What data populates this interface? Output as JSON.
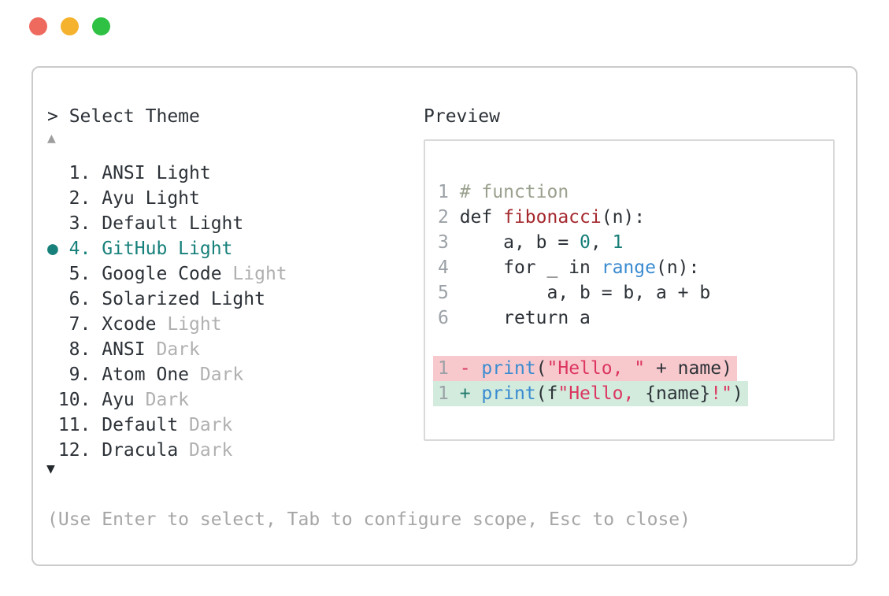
{
  "window": {
    "controls": [
      "close",
      "minimize",
      "zoom"
    ]
  },
  "header": {
    "prompt": "> Select Theme"
  },
  "scroll": {
    "up": "▲",
    "down": "▼"
  },
  "selected_marker": "●",
  "themes": [
    {
      "number": "1",
      "name": "ANSI Light",
      "variant": "",
      "selected": false
    },
    {
      "number": "2",
      "name": "Ayu Light",
      "variant": "",
      "selected": false
    },
    {
      "number": "3",
      "name": "Default Light",
      "variant": "",
      "selected": false
    },
    {
      "number": "4",
      "name": "GitHub Light",
      "variant": "",
      "selected": true
    },
    {
      "number": "5",
      "name": "Google Code",
      "variant": "Light",
      "selected": false
    },
    {
      "number": "6",
      "name": "Solarized Light",
      "variant": "",
      "selected": false
    },
    {
      "number": "7",
      "name": "Xcode",
      "variant": "Light",
      "selected": false
    },
    {
      "number": "8",
      "name": "ANSI",
      "variant": "Dark",
      "selected": false
    },
    {
      "number": "9",
      "name": "Atom One",
      "variant": "Dark",
      "selected": false
    },
    {
      "number": "10",
      "name": "Ayu",
      "variant": "Dark",
      "selected": false
    },
    {
      "number": "11",
      "name": "Default",
      "variant": "Dark",
      "selected": false
    },
    {
      "number": "12",
      "name": "Dracula",
      "variant": "Dark",
      "selected": false
    }
  ],
  "preview": {
    "title": "Preview",
    "code_lines": [
      {
        "line_number": "1",
        "tokens": [
          {
            "t": "# function",
            "c": "comment"
          }
        ]
      },
      {
        "line_number": "2",
        "tokens": [
          {
            "t": "def ",
            "c": "text"
          },
          {
            "t": "fibonacci",
            "c": "func"
          },
          {
            "t": "(n):",
            "c": "text"
          }
        ]
      },
      {
        "line_number": "3",
        "tokens": [
          {
            "t": "    a, b = ",
            "c": "text"
          },
          {
            "t": "0",
            "c": "num"
          },
          {
            "t": ", ",
            "c": "text"
          },
          {
            "t": "1",
            "c": "num"
          }
        ]
      },
      {
        "line_number": "4",
        "tokens": [
          {
            "t": "    for _ in ",
            "c": "text"
          },
          {
            "t": "range",
            "c": "call"
          },
          {
            "t": "(n):",
            "c": "text"
          }
        ]
      },
      {
        "line_number": "5",
        "tokens": [
          {
            "t": "        a, b = b, a + b",
            "c": "text"
          }
        ]
      },
      {
        "line_number": "6",
        "tokens": [
          {
            "t": "    return a",
            "c": "text"
          }
        ]
      }
    ],
    "diff_lines": [
      {
        "line_number": "1",
        "sign": "-",
        "sign_color": "diff_del_sign",
        "bg": "diff_del_bg",
        "tokens": [
          {
            "t": "print",
            "c": "call"
          },
          {
            "t": "(",
            "c": "text"
          },
          {
            "t": "\"Hello, \"",
            "c": "string"
          },
          {
            "t": " + name)",
            "c": "text"
          }
        ]
      },
      {
        "line_number": "1",
        "sign": "+",
        "sign_color": "diff_add_sign",
        "bg": "diff_add_bg",
        "tokens": [
          {
            "t": "print",
            "c": "call"
          },
          {
            "t": "(f",
            "c": "text"
          },
          {
            "t": "\"Hello, ",
            "c": "string"
          },
          {
            "t": "{name}",
            "c": "text"
          },
          {
            "t": "!\"",
            "c": "string"
          },
          {
            "t": ")",
            "c": "text"
          }
        ]
      }
    ]
  },
  "footer": {
    "hint": "(Use Enter to select, Tab to configure scope, Esc to close)"
  },
  "colors": {
    "text": "#2c3137",
    "accent": "#17807a",
    "muted_item": "#b0b0b0",
    "line_number": "#9ba1a6",
    "comment": "#9aa08e",
    "func": "#a5292f",
    "string": "#dc3660",
    "call": "#3a8bd0",
    "num": "#177e78",
    "diff_del_sign": "#d9365e",
    "diff_add_sign": "#1f7a6d",
    "diff_del_bg": "#f7c9cc",
    "diff_add_bg": "#d2ebdd",
    "hint": "#a6a6a6",
    "arrow_up": "#9e9e9e",
    "arrow_down": "#24292e",
    "traffic_red": "#ee6a5f",
    "traffic_yellow": "#f5b32d",
    "traffic_green": "#2ec144",
    "panel_border": "#cbcbcb",
    "preview_border": "#d9d9d9"
  }
}
